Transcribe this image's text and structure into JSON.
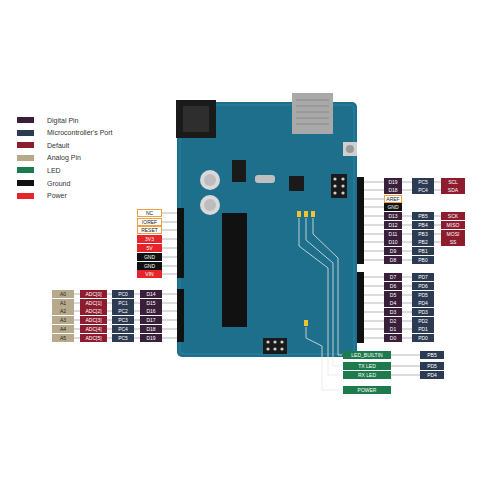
{
  "diagram": {
    "nodes": [
      {
        "text": [
          "D19"
        ]
      },
      {
        "text": [
          "PC5"
        ]
      },
      {
        "text": [
          "SCL"
        ]
      },
      {
        "text": [
          "D18"
        ]
      },
      {
        "text": [
          "PC4"
        ]
      },
      {
        "text": [
          "SDA"
        ]
      },
      {
        "text": [
          "AREF"
        ]
      },
      {
        "text": [
          "GND"
        ]
      },
      {
        "text": [
          "D13"
        ]
      },
      {
        "text": [
          "PB5"
        ]
      },
      {
        "text": [
          "SCK"
        ]
      },
      {
        "text": [
          "D12"
        ]
      },
      {
        "text": [
          "PB4"
        ]
      },
      {
        "text": [
          "MISO"
        ]
      },
      {
        "text": [
          "D11"
        ]
      },
      {
        "text": [
          "PB3"
        ]
      },
      {
        "text": [
          "MOSI"
        ]
      },
      {
        "text": [
          "D10"
        ]
      },
      {
        "text": [
          "PB2"
        ]
      },
      {
        "text": [
          "SS"
        ]
      },
      {
        "text": [
          "D9"
        ]
      },
      {
        "text": [
          "PB1"
        ]
      },
      {
        "text": [
          "D8"
        ]
      },
      {
        "text": [
          "PB0"
        ]
      },
      {
        "text": [
          "NC"
        ]
      },
      {
        "text": [
          "IOREF"
        ]
      },
      {
        "text": [
          "RESET"
        ]
      },
      {
        "text": [
          "3V3"
        ]
      },
      {
        "text": [
          "5V"
        ]
      },
      {
        "text": [
          "GND"
        ]
      },
      {
        "text": [
          "GND"
        ]
      },
      {
        "text": [
          "VIN"
        ]
      },
      {
        "text": [
          "D7"
        ]
      },
      {
        "text": [
          "PD7"
        ]
      },
      {
        "text": [
          "D6"
        ]
      },
      {
        "text": [
          "PD6"
        ]
      },
      {
        "text": [
          "D5"
        ]
      },
      {
        "text": [
          "PD5"
        ]
      },
      {
        "text": [
          "D4"
        ]
      },
      {
        "text": [
          "PD4"
        ]
      },
      {
        "text": [
          "D3"
        ]
      },
      {
        "text": [
          "PD3"
        ]
      },
      {
        "text": [
          "D2"
        ]
      },
      {
        "text": [
          "PD2"
        ]
      },
      {
        "text": [
          "D1"
        ]
      },
      {
        "text": [
          "PD1"
        ]
      },
      {
        "text": [
          "D0"
        ]
      },
      {
        "text": [
          "PD0"
        ]
      },
      {
        "text": [
          "A0"
        ]
      },
      {
        "text": [
          "ADC[0]"
        ]
      },
      {
        "text": [
          "PC0"
        ]
      },
      {
        "text": [
          "D14"
        ]
      },
      {
        "text": [
          "A1"
        ]
      },
      {
        "text": [
          "ADC[1]"
        ]
      },
      {
        "text": [
          "PC1"
        ]
      },
      {
        "text": [
          "D15"
        ]
      },
      {
        "text": [
          "A2"
        ]
      },
      {
        "text": [
          "ADC[2]"
        ]
      },
      {
        "text": [
          "PC2"
        ]
      },
      {
        "text": [
          "D16"
        ]
      },
      {
        "text": [
          "A3"
        ]
      },
      {
        "text": [
          "ADC[3]"
        ]
      },
      {
        "text": [
          "PC3"
        ]
      },
      {
        "text": [
          "D17"
        ]
      },
      {
        "text": [
          "A4"
        ]
      },
      {
        "text": [
          "ADC[4]"
        ]
      },
      {
        "text": [
          "PC4"
        ]
      },
      {
        "text": [
          "D18"
        ]
      },
      {
        "text": [
          "A5"
        ]
      },
      {
        "text": [
          "ADC[5]"
        ]
      },
      {
        "text": [
          "PC5"
        ]
      },
      {
        "text": [
          "D19"
        ]
      },
      {
        "text": [
          "LED_BUILTIN"
        ]
      },
      {
        "text": [
          "PB5"
        ]
      },
      {
        "text": [
          "TX LED"
        ]
      },
      {
        "text": [
          "PD5"
        ]
      },
      {
        "text": [
          "RX LED"
        ]
      },
      {
        "text": [
          "PD4"
        ]
      },
      {
        "text": [
          "POWER"
        ]
      }
    ],
    "legend": [
      {
        "text": "Digital Pin",
        "color": "#3a1f3a"
      },
      {
        "text": "Microcontroller's Port",
        "color": "#2c3b52"
      },
      {
        "text": "Default",
        "color": "#8c1c2e"
      },
      {
        "text": "Analog Pin",
        "color": "#b7aa8c"
      },
      {
        "text": "LED",
        "color": "#1d7a4c"
      },
      {
        "text": "Ground",
        "color": "#111111"
      },
      {
        "text": "Power",
        "color": "#e5252a"
      }
    ]
  }
}
